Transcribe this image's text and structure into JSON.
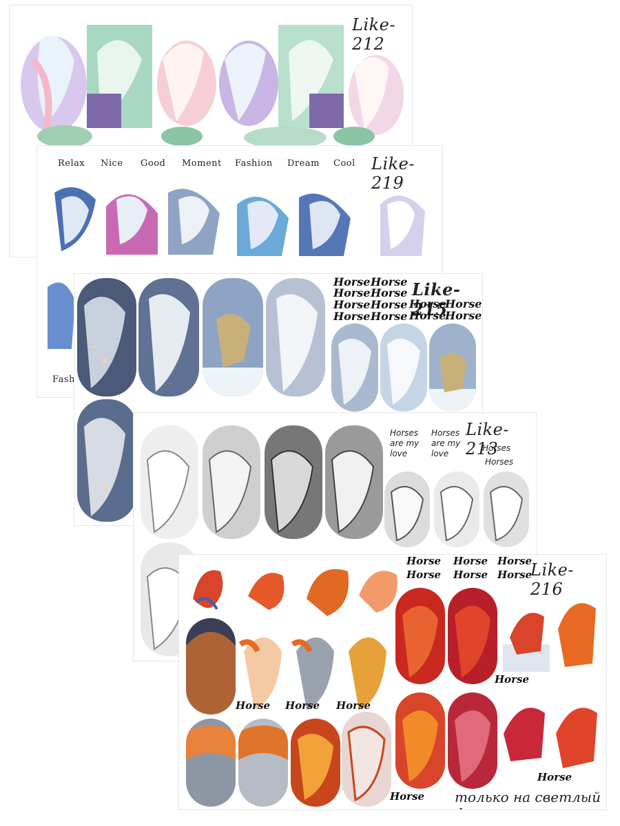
{
  "sheets": {
    "s212": {
      "label": "Like-212"
    },
    "s219": {
      "label": "Like-219",
      "moods": [
        "Relax",
        "Nice",
        "Good",
        "Moment",
        "Fashion",
        "Dream",
        "Cool"
      ],
      "partial_word": "Fash"
    },
    "s215": {
      "label": "Like-215",
      "word": "Horse"
    },
    "s213": {
      "label": "Like-213",
      "phrase_line1": "Horses",
      "phrase_line2": "are my",
      "phrase_line3": "love",
      "short_word": "Horses"
    },
    "s216": {
      "label": "Like-216",
      "word": "Horse",
      "note": "только на светлый фон"
    }
  },
  "colors": {
    "pastel": "#c9b6e4",
    "mint": "#a9d8c2",
    "iridescent": "#6aa9d8",
    "winter": "#8fa4c4",
    "smoke": "#9a9a9a",
    "fire": "#d8452a"
  }
}
